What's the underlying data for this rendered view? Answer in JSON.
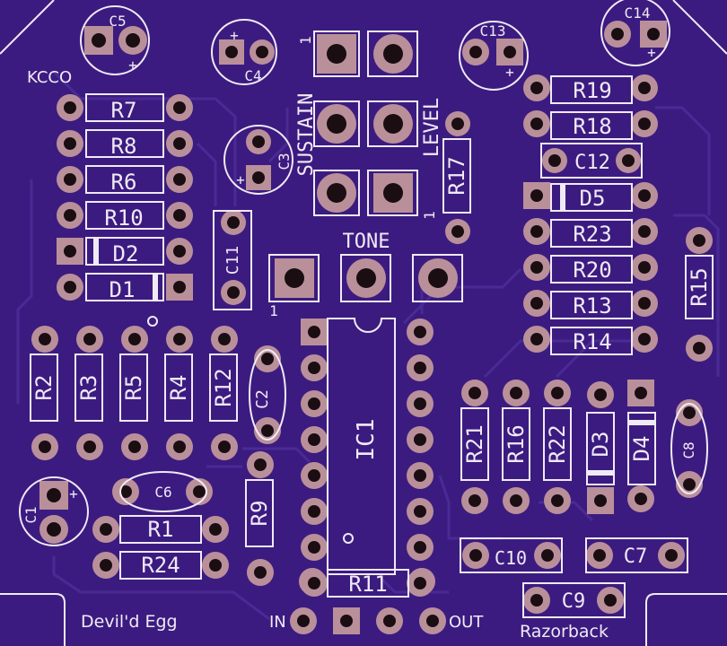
{
  "board": {
    "name": "Devil'd Egg",
    "maker": "Razorback",
    "corner_mark": "KCCO",
    "colors": {
      "board": "#3c1b80",
      "silk": "#f0eaf5",
      "pad": "#b9909a",
      "hole": "#1a0e12",
      "trace": "#4a2a95"
    }
  },
  "connectors": {
    "in": "IN",
    "out": "OUT"
  },
  "pots": {
    "sustain": "SUSTAIN",
    "level": "LEVEL",
    "tone": "TONE",
    "pin1": "1"
  },
  "ic": {
    "ref": "IC1"
  },
  "resistors": {
    "r1": "R1",
    "r2": "R2",
    "r3": "R3",
    "r4": "R4",
    "r5": "R5",
    "r6": "R6",
    "r7": "R7",
    "r8": "R8",
    "r9": "R9",
    "r10": "R10",
    "r11": "R11",
    "r12": "R12",
    "r13": "R13",
    "r14": "R14",
    "r15": "R15",
    "r16": "R16",
    "r17": "R17",
    "r18": "R18",
    "r19": "R19",
    "r20": "R20",
    "r21": "R21",
    "r22": "R22",
    "r23": "R23",
    "r24": "R24"
  },
  "diodes": {
    "d1": "D1",
    "d2": "D2",
    "d3": "D3",
    "d4": "D4",
    "d5": "D5"
  },
  "capacitors": {
    "c1": "C1",
    "c2": "C2",
    "c3": "C3",
    "c4": "C4",
    "c5": "C5",
    "c6": "C6",
    "c7": "C7",
    "c8": "C8",
    "c9": "C9",
    "c10": "C10",
    "c11": "C11",
    "c12": "C12",
    "c13": "C13",
    "c14": "C14",
    "plus": "+"
  }
}
